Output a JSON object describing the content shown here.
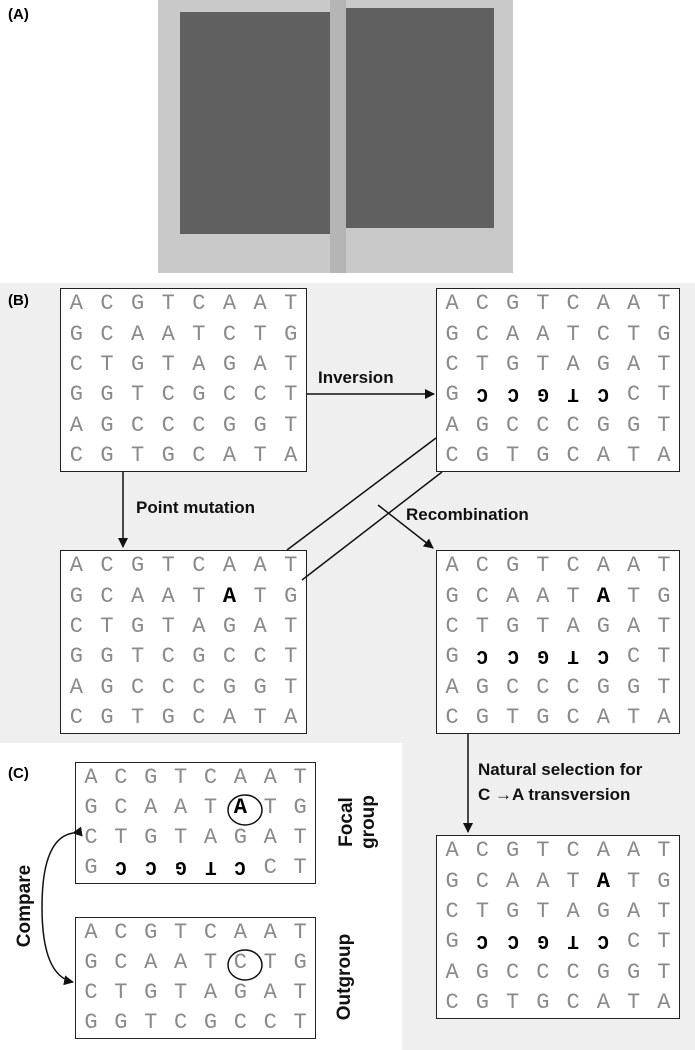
{
  "panels": {
    "a": "(A)",
    "b": "(B)",
    "c": "(C)"
  },
  "base_grid": [
    [
      "A",
      "C",
      "G",
      "T",
      "C",
      "A",
      "A",
      "T"
    ],
    [
      "G",
      "C",
      "A",
      "A",
      "T",
      "C",
      "T",
      "G"
    ],
    [
      "C",
      "T",
      "G",
      "T",
      "A",
      "G",
      "A",
      "T"
    ],
    [
      "G",
      "G",
      "T",
      "C",
      "G",
      "C",
      "C",
      "T"
    ],
    [
      "A",
      "G",
      "C",
      "C",
      "C",
      "G",
      "G",
      "T"
    ],
    [
      "C",
      "G",
      "T",
      "G",
      "C",
      "A",
      "T",
      "A"
    ]
  ],
  "inverted_segment": [
    "C",
    "T",
    "G",
    "C",
    "C"
  ],
  "point_mutation_base": "A",
  "labels": {
    "inversion": "Inversion",
    "point_mutation": "Point mutation",
    "recombination": "Recombination",
    "selection_line1": "Natural selection for",
    "selection_line2": "C →A transversion",
    "compare": "Compare",
    "focal_line1": "Focal",
    "focal_line2": "group",
    "outgroup": "Outgroup"
  }
}
